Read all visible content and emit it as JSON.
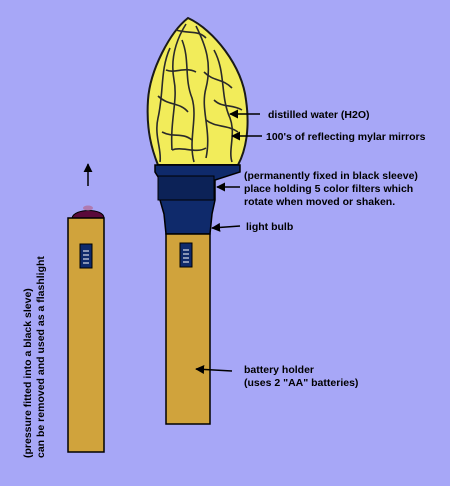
{
  "labels": {
    "distilled_water": "distilled water (H2O)",
    "mirrors": "100's of reflecting mylar mirrors",
    "sleeve_line1": "(permanently fixed in black sleeve)",
    "sleeve_line2": "place holding 5 color filters which",
    "sleeve_line3": "rotate when moved or shaken.",
    "light_bulb": "light bulb",
    "battery_line1": "battery holder",
    "battery_line2": "(uses 2 \"AA\" batteries)",
    "flashlight_line1": "(pressure fitted into a black sleve)",
    "flashlight_line2": "can be removed and used as a flashlight"
  },
  "colors": {
    "background": "#a7a7f7",
    "flame": "#f2ec5a",
    "flame_outline": "#1a1a1a",
    "body": "#d0a33c",
    "sleeve": "#0f2a6b",
    "cap": "#5a0a3a"
  }
}
